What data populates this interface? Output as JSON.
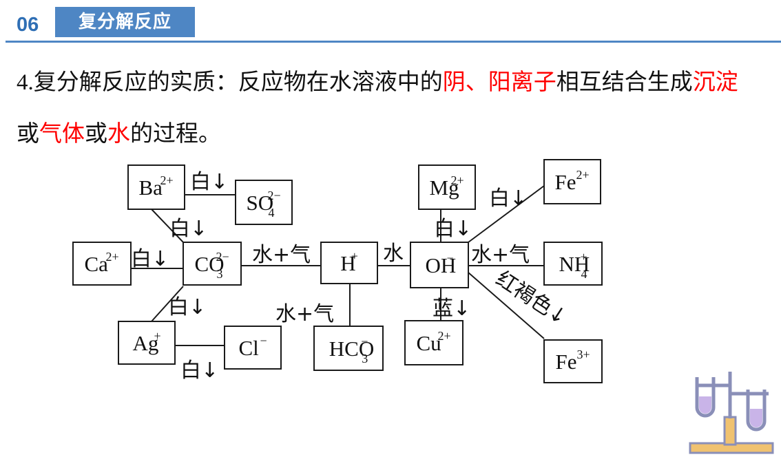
{
  "header": {
    "section_number": "06",
    "section_title": "复分解反应"
  },
  "body": {
    "seg1": "4.",
    "seg2": "复分解反应的实质：反应物在水溶液中的",
    "seg3": "阴、阳离子",
    "seg4": "相互结合生成",
    "seg5": "沉淀",
    "seg6": "或",
    "seg7": "气体",
    "seg8": "或",
    "seg9": "水",
    "seg10": "的过程。"
  },
  "ions": {
    "ba": {
      "base": "Ba",
      "sup": "2+"
    },
    "so4": {
      "base": "SO",
      "sub": "4",
      "sup": "2−"
    },
    "ca": {
      "base": "Ca",
      "sup": "2+"
    },
    "co3": {
      "base": "CO",
      "sub": "3",
      "sup": "2−"
    },
    "h": {
      "base": "H",
      "sup": "+"
    },
    "ag": {
      "base": "Ag",
      "sup": "+"
    },
    "cl": {
      "base": "Cl",
      "sup": "−"
    },
    "hco3": {
      "base": "HCO",
      "sub": "3",
      "sup": "−"
    },
    "mg": {
      "base": "Mg",
      "sup": "2+"
    },
    "oh": {
      "base": "OH",
      "sup": "−"
    },
    "fe2": {
      "base": "Fe",
      "sup": "2+"
    },
    "nh4": {
      "base": "NH",
      "sub": "4",
      "sup": "+"
    },
    "cu": {
      "base": "Cu",
      "sup": "2+"
    },
    "fe3": {
      "base": "Fe",
      "sup": "3+"
    }
  },
  "labels": {
    "white_ppt": "白↓",
    "water_gas": "水+气",
    "water": "水",
    "blue_ppt": "蓝↓",
    "red_brown_ppt": "红褐色↓"
  },
  "colors": {
    "accent": "#4e86c4",
    "highlight": "#ff0000"
  }
}
